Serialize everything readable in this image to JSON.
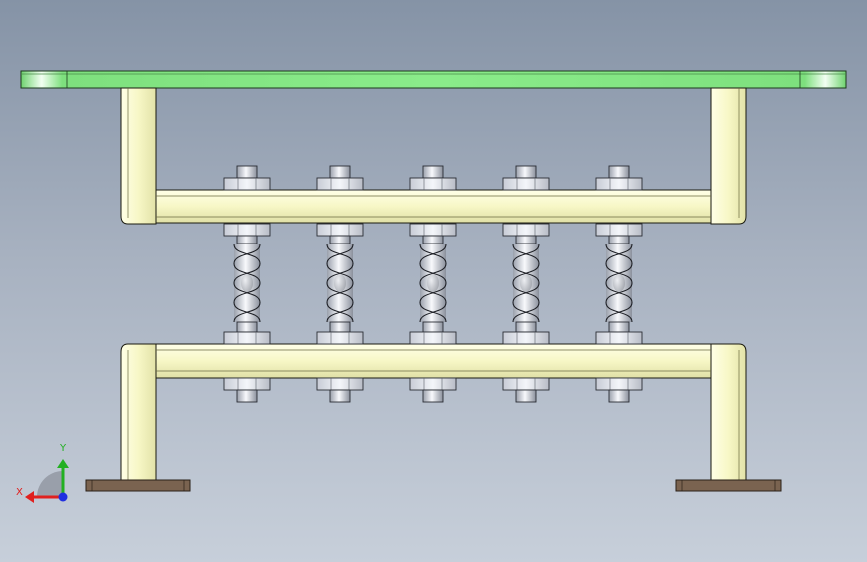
{
  "viewport": {
    "background_top": "#8593a6",
    "background_bottom": "#c7cfda"
  },
  "model": {
    "top_plate": {
      "color": "#88ea88",
      "edge": "#1c3a1c"
    },
    "frame_color": "#f7f7c6",
    "base_pad_color": "#7a6350",
    "bolt_color": "#e4e7ee",
    "rod_count": 5
  },
  "triad": {
    "x_label": "X",
    "y_label": "Y",
    "x_color": "#e0201e",
    "y_color": "#22b022",
    "z_color": "#2030e0"
  }
}
